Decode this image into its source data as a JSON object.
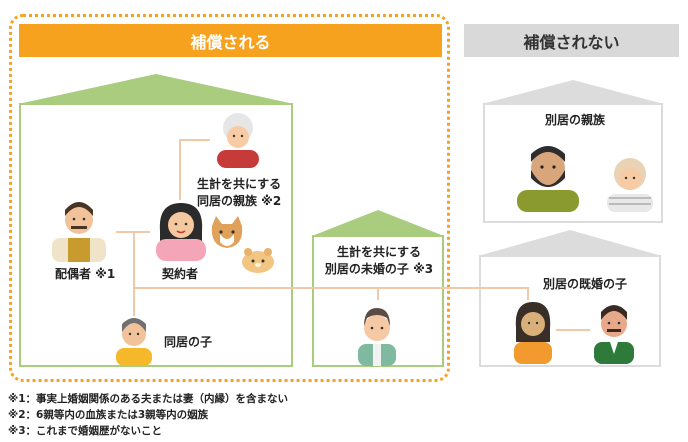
{
  "colors": {
    "covered_accent": "#F6A21E",
    "covered_roof": "#A9CC7E",
    "not_covered_header": "#D9D9D9",
    "not_covered_roof": "#DCDCDC",
    "connector": "#F2C9A8"
  },
  "headers": {
    "covered": "補償される",
    "not_covered": "補償されない"
  },
  "labels": {
    "spouse": "配偶者 ※1",
    "policyholder": "契約者",
    "cohabiting_relatives_line1": "生計を共にする",
    "cohabiting_relatives_line2": "同居の親族 ※2",
    "cohabiting_child": "同居の子",
    "separate_unmarried_line1": "生計を共にする",
    "separate_unmarried_line2": "別居の未婚の子 ※3",
    "separate_relatives": "別居の親族",
    "separate_married_child": "別居の既婚の子"
  },
  "notes": [
    "※1：事実上婚姻関係のある夫または妻（内縁）を含まない",
    "※2：6親等内の血族または3親等内の姻族",
    "※3：これまで婚姻歴がないこと"
  ],
  "icons": [
    "grandmother-icon",
    "father-icon",
    "mother-icon",
    "cat-icon",
    "hamster-icon",
    "child-icon",
    "young-man-icon",
    "bearded-man-icon",
    "older-woman-icon",
    "young-woman-icon",
    "husband-icon"
  ]
}
